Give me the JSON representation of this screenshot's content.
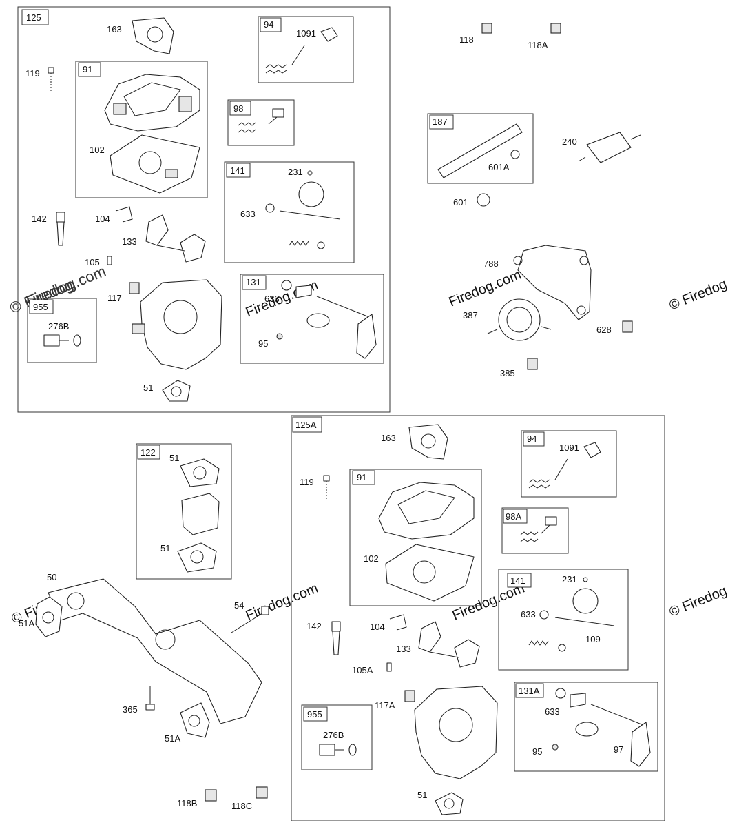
{
  "watermark": {
    "brand": "Firedog.com",
    "copyright": "© Firedog"
  },
  "groups": [
    {
      "id": "125",
      "label": "125"
    },
    {
      "id": "91",
      "label": "91"
    },
    {
      "id": "94",
      "label": "94"
    },
    {
      "id": "98",
      "label": "98"
    },
    {
      "id": "141",
      "label": "141"
    },
    {
      "id": "131",
      "label": "131"
    },
    {
      "id": "955",
      "label": "955"
    },
    {
      "id": "187",
      "label": "187"
    },
    {
      "id": "122",
      "label": "122"
    },
    {
      "id": "125A",
      "label": "125A"
    },
    {
      "id": "91b",
      "label": "91"
    },
    {
      "id": "94b",
      "label": "94"
    },
    {
      "id": "98A",
      "label": "98A"
    },
    {
      "id": "141b",
      "label": "141"
    },
    {
      "id": "131A",
      "label": "131A"
    },
    {
      "id": "955b",
      "label": "955"
    }
  ],
  "callouts": [
    {
      "id": "p163",
      "label": "163"
    },
    {
      "id": "p1091",
      "label": "1091"
    },
    {
      "id": "p119",
      "label": "119"
    },
    {
      "id": "p102",
      "label": "102"
    },
    {
      "id": "p231",
      "label": "231"
    },
    {
      "id": "p633",
      "label": "633"
    },
    {
      "id": "p142",
      "label": "142"
    },
    {
      "id": "p104",
      "label": "104"
    },
    {
      "id": "p133",
      "label": "133"
    },
    {
      "id": "p105",
      "label": "105"
    },
    {
      "id": "p117",
      "label": "117"
    },
    {
      "id": "p276B",
      "label": "276B"
    },
    {
      "id": "p633b",
      "label": "633"
    },
    {
      "id": "p95",
      "label": "95"
    },
    {
      "id": "p51",
      "label": "51"
    },
    {
      "id": "p118",
      "label": "118"
    },
    {
      "id": "p118A",
      "label": "118A"
    },
    {
      "id": "p240",
      "label": "240"
    },
    {
      "id": "p601A",
      "label": "601A"
    },
    {
      "id": "p601",
      "label": "601"
    },
    {
      "id": "p788",
      "label": "788"
    },
    {
      "id": "p387",
      "label": "387"
    },
    {
      "id": "p628",
      "label": "628"
    },
    {
      "id": "p385",
      "label": "385"
    },
    {
      "id": "p51c",
      "label": "51"
    },
    {
      "id": "p51d",
      "label": "51"
    },
    {
      "id": "p50",
      "label": "50"
    },
    {
      "id": "p51A",
      "label": "51A"
    },
    {
      "id": "p54",
      "label": "54"
    },
    {
      "id": "p365",
      "label": "365"
    },
    {
      "id": "p51Ab",
      "label": "51A"
    },
    {
      "id": "p118B",
      "label": "118B"
    },
    {
      "id": "p118C",
      "label": "118C"
    },
    {
      "id": "p163b",
      "label": "163"
    },
    {
      "id": "p1091b",
      "label": "1091"
    },
    {
      "id": "p119b",
      "label": "119"
    },
    {
      "id": "p102b",
      "label": "102"
    },
    {
      "id": "p231b",
      "label": "231"
    },
    {
      "id": "p633c",
      "label": "633"
    },
    {
      "id": "p109",
      "label": "109"
    },
    {
      "id": "p142b",
      "label": "142"
    },
    {
      "id": "p104b",
      "label": "104"
    },
    {
      "id": "p133b",
      "label": "133"
    },
    {
      "id": "p105A",
      "label": "105A"
    },
    {
      "id": "p117A",
      "label": "117A"
    },
    {
      "id": "p276Bb",
      "label": "276B"
    },
    {
      "id": "p633d",
      "label": "633"
    },
    {
      "id": "p95b",
      "label": "95"
    },
    {
      "id": "p97",
      "label": "97"
    },
    {
      "id": "p51e",
      "label": "51"
    }
  ]
}
